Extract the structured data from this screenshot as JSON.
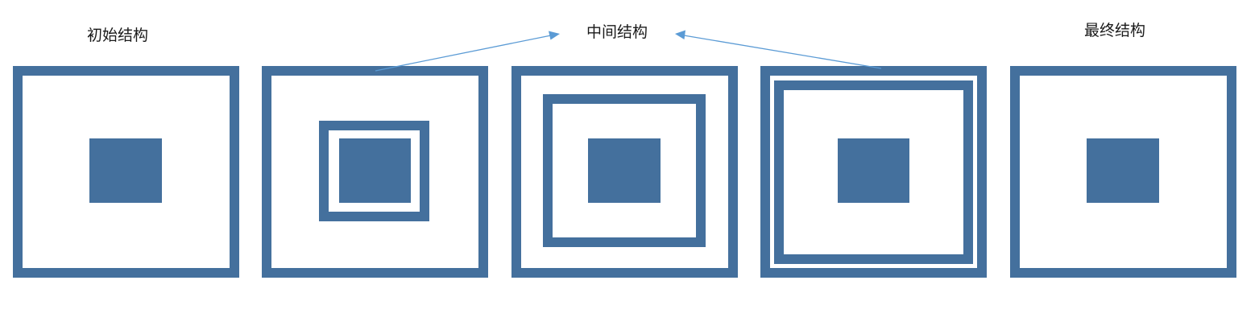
{
  "labels": {
    "initial": "初始结构",
    "middle": "中间结构",
    "final": "最终结构"
  },
  "colors": {
    "structure": "#44709D",
    "arrow": "#5B9BD5",
    "background": "#FFFFFF"
  }
}
